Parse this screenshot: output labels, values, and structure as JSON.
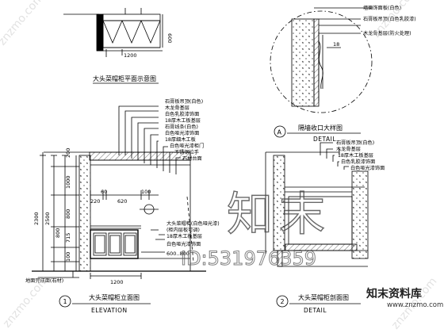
{
  "captions": {
    "plan_small": "大头菜帽柜平面示意图",
    "detail_a_title": "隔墙收口大样图",
    "detail_a_en": "DETAIL",
    "detail_a_marker": "A",
    "elevation_title": "大头菜帽柜立面图",
    "elevation_en": "ELEVATION",
    "elevation_marker": "1",
    "detail_2_title": "大头菜帽柜剖面图",
    "detail_2_en": "DETAIL",
    "detail_2_marker": "2"
  },
  "plan_small": {
    "width_dim": "1200",
    "depth_dim": "600"
  },
  "detail_a": {
    "notes": [
      "墙面饰面板(白色)",
      "石膏板吊顶(白色乳胶漆)",
      "木龙骨基层(防火处理)"
    ],
    "dim": "18"
  },
  "elevation": {
    "notes": [
      "石膏板吊顶(白色)",
      "木龙骨基层",
      "白色乳胶漆饰面",
      "18厚木工板基层",
      "石膏线条(白色)",
      "白色哑光漆饰面",
      "18厚细木工板",
      "白色哑光漆柜门",
      "不锈钢拉手",
      "石材台面"
    ],
    "note_extra": [
      "大头菜帽柜(白色哑光漆)",
      "(柜内层板可调)"
    ],
    "bottom_notes": [
      "18厚木工板基层",
      "白色哑光漆饰面"
    ],
    "bottom_dim": "600..800",
    "left_dims": [
      "200",
      "1000",
      "800",
      "715",
      "100"
    ],
    "left_totals": [
      "2300",
      "2500"
    ],
    "top_dims": [
      "220",
      "60",
      "620",
      "100"
    ],
    "width_dim": "1200",
    "left_bottom_note": "地面完成面(石材)"
  },
  "detail_2": {
    "notes": [
      "石膏板吊顶(白色)",
      "木龙骨基层",
      "18厚木工板基层",
      "白色乳胶漆饰面",
      "白色哑光漆饰面"
    ]
  },
  "watermark": {
    "logo_glyphs": "知末",
    "id_text": "ID:531976359",
    "corner_text": "znzmo.com"
  },
  "brand": {
    "name": "知末资料库",
    "url": "www.znzmo.com"
  }
}
